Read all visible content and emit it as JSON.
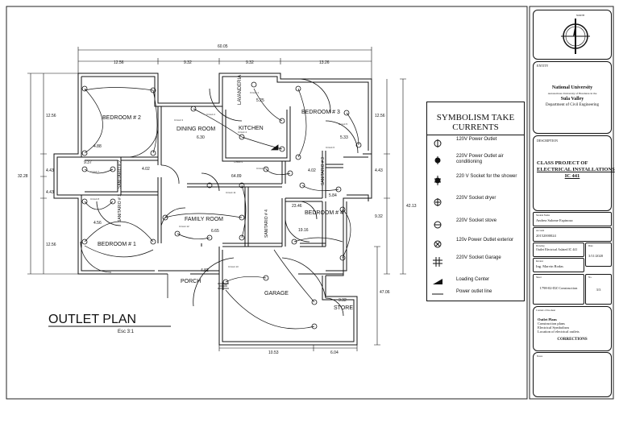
{
  "plan": {
    "title": "OUTLET PLAN",
    "scale": "Esc 3:1",
    "rooms": {
      "bedroom2": "BEDROOM # 2",
      "dining": "DINING ROOM",
      "kitchen": "KITCHEN",
      "laundry": "LAVANDERIA",
      "bedroom3": "BEDROOM # 3",
      "sanitario2": "SANITARIO # 2",
      "sanitario1": "SANITARIO # 1",
      "family": "FAMILY ROOM",
      "sanitario3": "SANITARIO # 3",
      "sanitario4": "SANITARIO # 4",
      "bedroom4": "BEDROOM # 4",
      "bedroom1": "BEDROOM # 1",
      "porch": "PORCH",
      "garage": "GARAGE",
      "store": "STORE"
    },
    "dimensions": {
      "total_width": "60.05",
      "top1": "12.56",
      "top2": "9.32",
      "top3": "9.32",
      "top4": "13.26",
      "left_total": "32.28",
      "left1": "12.56",
      "left2": "4.43",
      "left3": "4.43",
      "left4": "12.56",
      "right1": "12.56",
      "right2": "4.43",
      "right3": "9.32",
      "right_total": "42.13",
      "right_garage": "47.06",
      "bottom1": "10.53",
      "bottom2": "6.04",
      "d_525": "5.25",
      "d_630": "6.30",
      "d_488": "4.88",
      "d_937": "9.37",
      "d_402": "4.02",
      "d_456": "4.56",
      "d_6489": "64.89",
      "d_533": "5.33",
      "d_402b": "4.02",
      "d_584": "5.84",
      "d_2346": "23.46",
      "d_1916": "19.16",
      "d_665": "6.65",
      "d_482": "4.82",
      "d_332": "3.32"
    },
    "circuits": {
      "c1": "Circuit 1",
      "c2": "Circuit 2",
      "c3": "Circuit 3",
      "c4": "Circuit 4",
      "c5": "Circuit 5",
      "c6": "Circuit 6",
      "c7": "Circuit 7",
      "c8": "Circuit 8",
      "c9": "Circuit 9",
      "c10": "Circuit 10",
      "c11": "Circuit 11",
      "c12": "Circuit 12",
      "c13": "Circuit 13"
    }
  },
  "legend": {
    "title_line1": "SYMBOLISM TAKE",
    "title_line2": "CURRENTS",
    "items": [
      {
        "label": "120V Power Outlet",
        "icon": "outlet-120v-icon"
      },
      {
        "label": "220V Power Outlet air conditioning",
        "icon": "outlet-ac-icon"
      },
      {
        "label": "220 V Socket for the shower",
        "icon": "socket-shower-icon"
      },
      {
        "label": "220V Socket dryer",
        "icon": "socket-dryer-icon"
      },
      {
        "label": "220V Socket stove",
        "icon": "socket-stove-icon"
      },
      {
        "label": "120v Power Outlet exterior",
        "icon": "outlet-exterior-icon"
      },
      {
        "label": "220V Socket Garage",
        "icon": "socket-garage-icon"
      },
      {
        "label": "Loading Center",
        "icon": "load-center-icon"
      },
      {
        "label": "Power outlet line",
        "icon": "power-line-icon"
      }
    ]
  },
  "title_block": {
    "north": "NORTH",
    "entity_header": "ENTITY",
    "university": "National University",
    "uni_sub": "Autonomous University of Honduras in the",
    "valley": "Sula Valley",
    "department": "Department of Civil Engineering",
    "description_header": "DESCRIPTION",
    "desc1": "CLASS PROJECT OF",
    "desc2": "ELECTRICAL INSTALLATIONS",
    "desc3": "IC 441",
    "student_header": "Student Name",
    "student": "Andrea Salome Espinoza",
    "account_header": "Account",
    "account": "20152000024",
    "draw_header": "Drawing",
    "draw": "Outlet Electrical Aslated IC 441",
    "date_header": "Date",
    "date": "3/11/2020",
    "review_header": "Review",
    "reviewer": "Ing. Marvin Rodas",
    "sheet_header": "Sheet",
    "sheet": "1798-02-DZ Construction",
    "number_header": "No.",
    "number": "3/3",
    "contents_header": "Content of the sheet",
    "c1": "Outlet Plans",
    "c2": "Construction plans",
    "c3": "Electrical Symbolism",
    "c4": "Location of electrical outlets",
    "corrections": "CORRECTIONS",
    "notes_header": "Notes"
  }
}
